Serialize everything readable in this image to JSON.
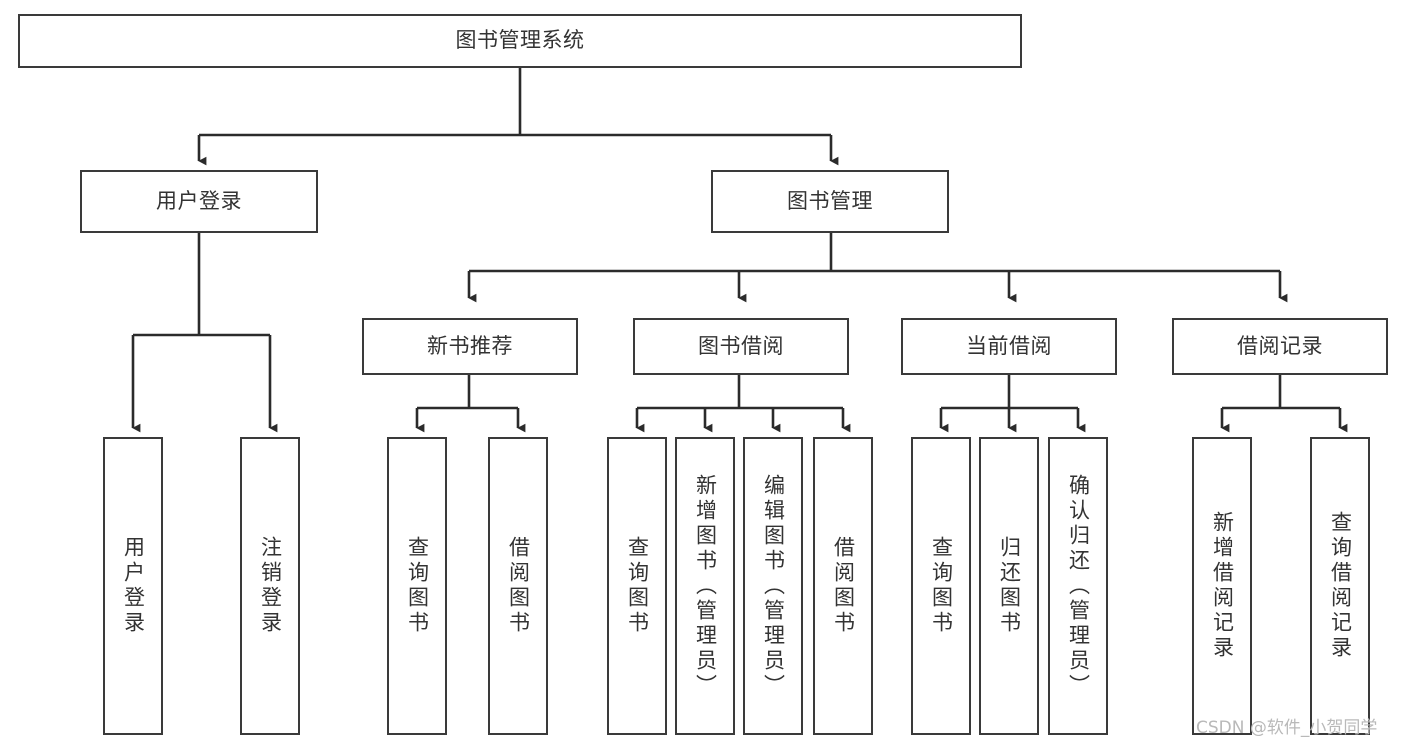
{
  "diagram": {
    "title": "图书管理系统",
    "type": "tree-hierarchy",
    "colors": {
      "border": "#3a3a3a",
      "text": "#333333",
      "background": "#ffffff",
      "connector": "#2b2b2b",
      "watermark": "#b9b9b9"
    },
    "levels": {
      "root": {
        "label": "图书管理系统"
      },
      "level2": [
        {
          "label": "用户登录"
        },
        {
          "label": "图书管理"
        }
      ],
      "level3": [
        {
          "label": "新书推荐"
        },
        {
          "label": "图书借阅"
        },
        {
          "label": "当前借阅"
        },
        {
          "label": "借阅记录"
        }
      ],
      "leaves": {
        "user_login": [
          {
            "label": "用户登录"
          },
          {
            "label": "注销登录"
          }
        ],
        "new_book_recommend": [
          {
            "label": "查询图书"
          },
          {
            "label": "借阅图书"
          }
        ],
        "book_borrow": [
          {
            "label": "查询图书"
          },
          {
            "label": "新增图书（管理员）"
          },
          {
            "label": "编辑图书（管理员）"
          },
          {
            "label": "借阅图书"
          }
        ],
        "current_borrow": [
          {
            "label": "查询图书"
          },
          {
            "label": "归还图书"
          },
          {
            "label": "确认归还（管理员）"
          }
        ],
        "borrow_record": [
          {
            "label": "新增借阅记录"
          },
          {
            "label": "查询借阅记录"
          }
        ]
      }
    },
    "watermark": "CSDN @软件_小贺同学"
  }
}
